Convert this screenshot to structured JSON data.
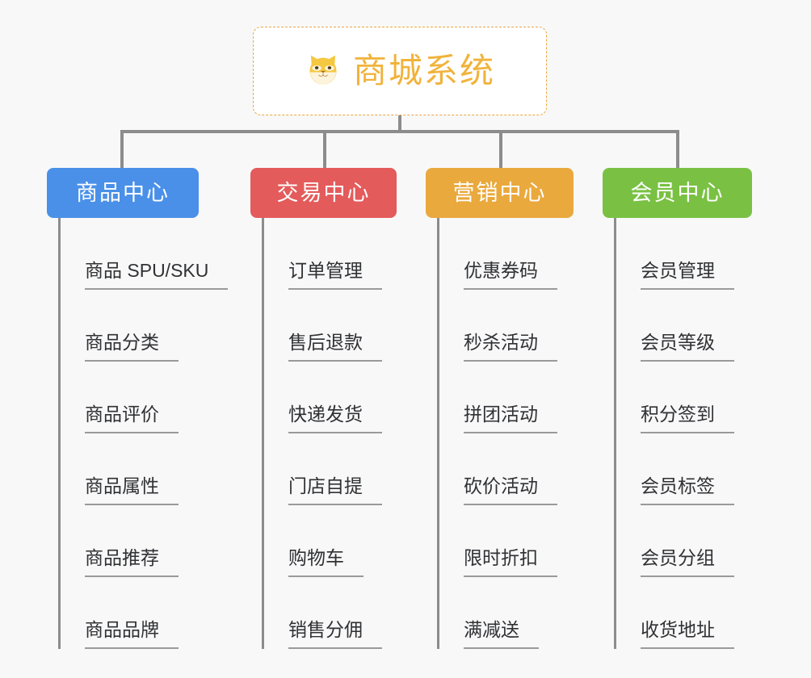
{
  "diagram": {
    "type": "mindmap-org-chart",
    "background_color": "#f8f8f9",
    "root": {
      "title": "商城系统",
      "icon": "shiba-dog-face-emoji",
      "text_color": "#f0b33c",
      "border_color": "#eaa93d",
      "border_style": "dashed"
    },
    "connector_color": "#8c8c8c",
    "branches": [
      {
        "label": "商品中心",
        "color": "#4a90e8",
        "leaves": [
          "商品 SPU/SKU",
          "商品分类",
          "商品评价",
          "商品属性",
          "商品推荐",
          "商品品牌"
        ]
      },
      {
        "label": "交易中心",
        "color": "#e45b5b",
        "leaves": [
          "订单管理",
          "售后退款",
          "快递发货",
          "门店自提",
          "购物车",
          "销售分佣"
        ]
      },
      {
        "label": "营销中心",
        "color": "#eaa93d",
        "leaves": [
          "优惠券码",
          "秒杀活动",
          "拼团活动",
          "砍价活动",
          "限时折扣",
          "满减送"
        ]
      },
      {
        "label": "会员中心",
        "color": "#7ac143",
        "leaves": [
          "会员管理",
          "会员等级",
          "积分签到",
          "会员标签",
          "会员分组",
          "收货地址"
        ]
      }
    ]
  }
}
